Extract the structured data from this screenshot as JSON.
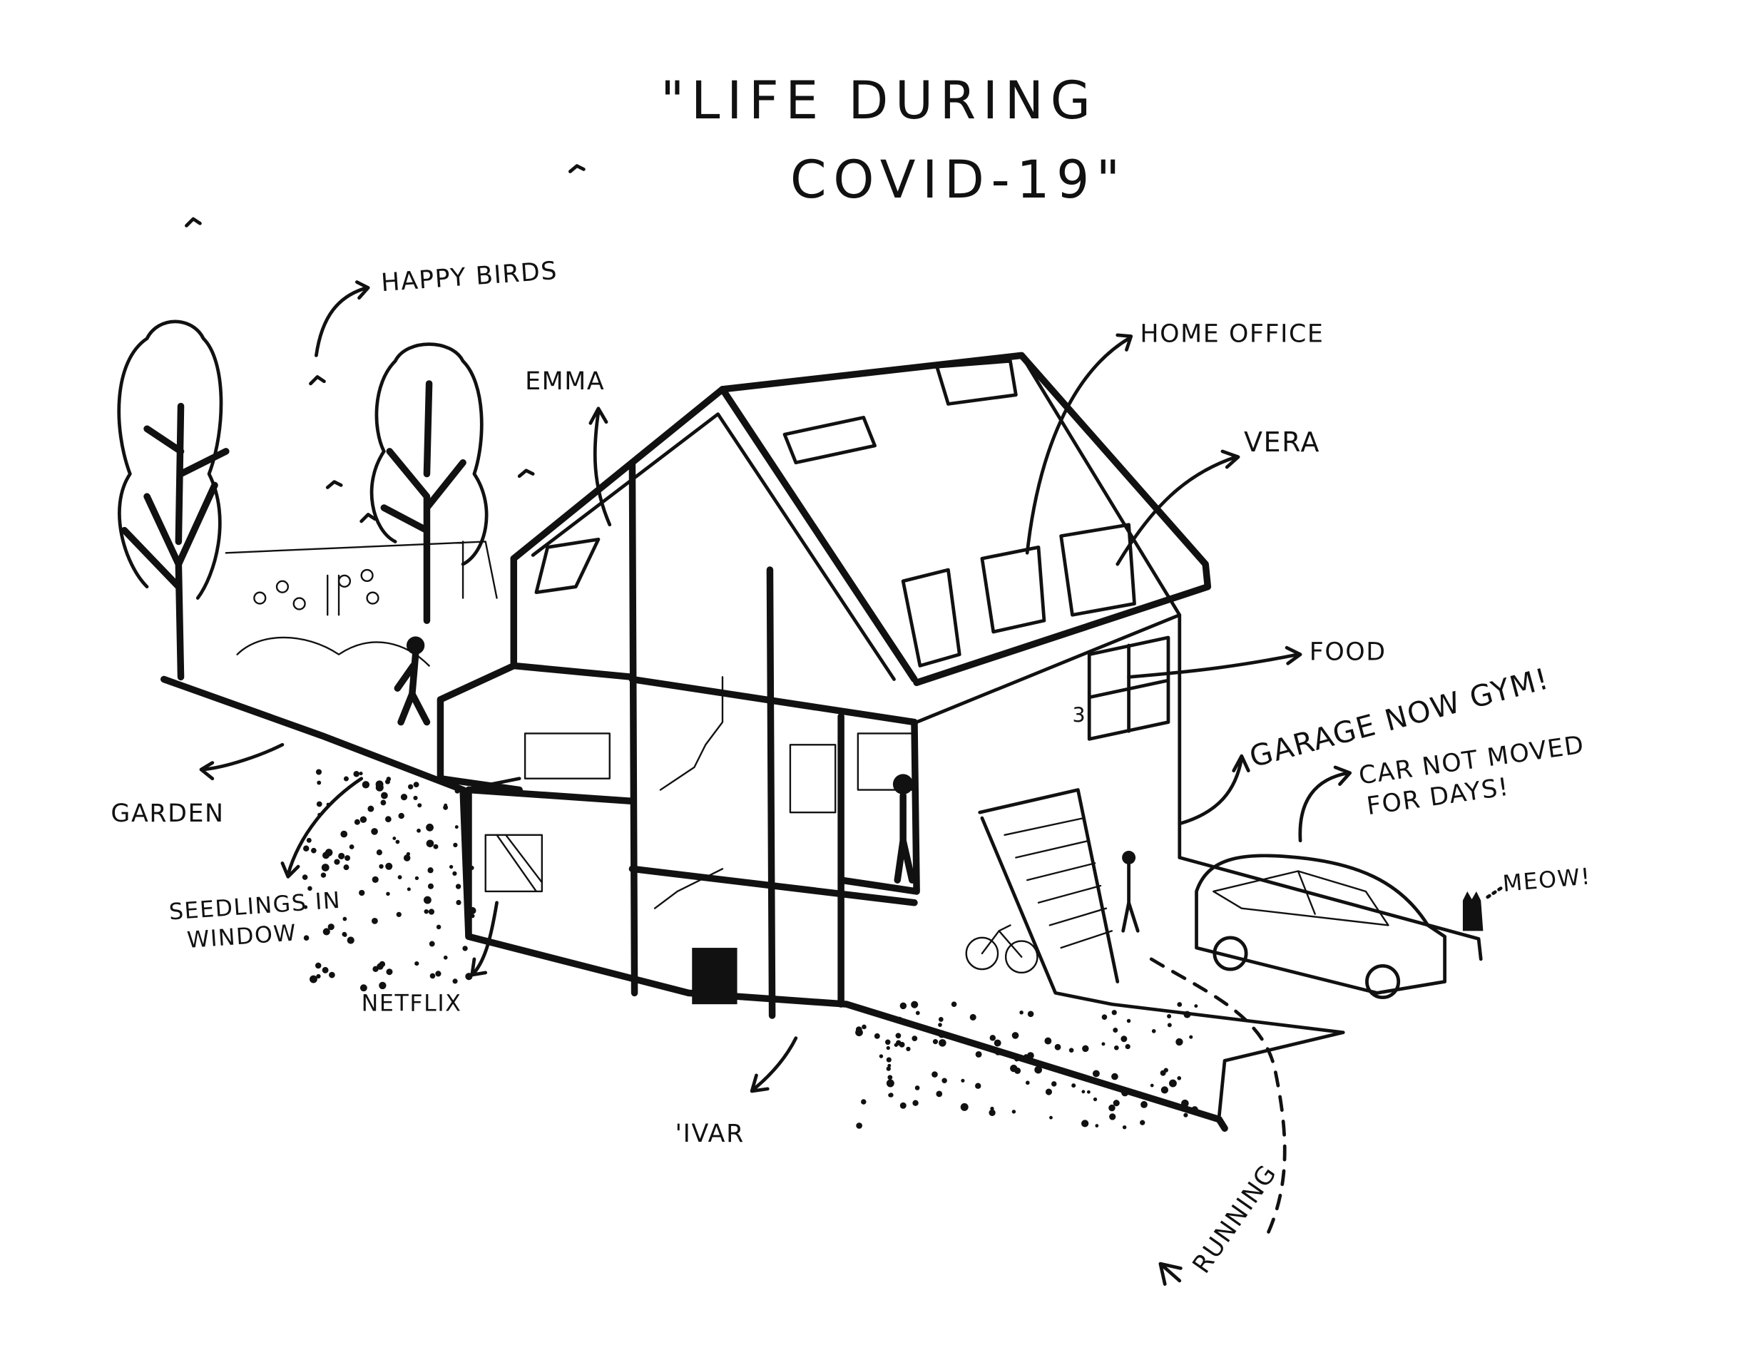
{
  "title": {
    "line1": "\"LIFE DURING",
    "line2": "COVID-19\""
  },
  "labels": {
    "happy_birds": "HAPPY BIRDS",
    "emma": "EMMA",
    "home_office": "HOME OFFICE",
    "vera": "VERA",
    "food": "FOOD",
    "garage": "GARAGE NOW GYM!",
    "car_line1": "CAR NOT MOVED",
    "car_line2": "FOR DAYS!",
    "meow": "MEOW!",
    "garden": "GARDEN",
    "seedlings_line1": "SEEDLINGS IN",
    "seedlings_line2": "WINDOW",
    "netflix": "NETFLIX",
    "ivar": "'IVAR",
    "running": "RUNNING",
    "house_number": "3"
  },
  "colors": {
    "ink": "#111111",
    "paper": "#ffffff"
  }
}
